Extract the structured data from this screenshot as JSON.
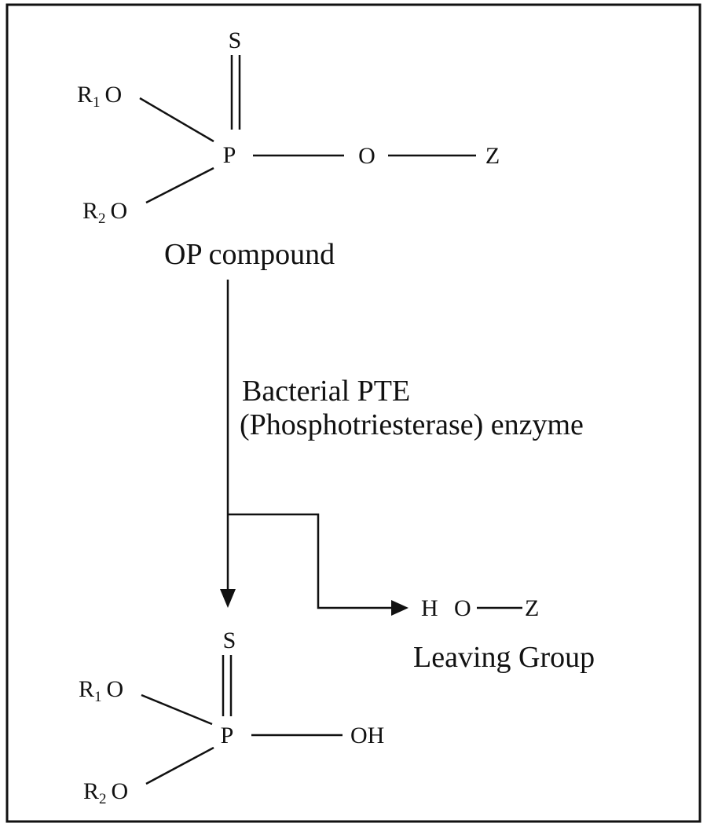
{
  "reactant": {
    "atoms": {
      "sulfur": "S",
      "phosphorus": "P",
      "bridge_oxygen": "O",
      "z_group": "Z",
      "r1_letter": "R",
      "r1_sub": "1",
      "r1_oxygen": "O",
      "r2_letter": "R",
      "r2_sub": "2",
      "r2_oxygen": "O"
    },
    "label": "OP compound"
  },
  "enzyme": {
    "line1": "Bacterial PTE",
    "line2": "(Phosphotriesterase) enzyme"
  },
  "leaving_group": {
    "atoms": {
      "hydrogen": "H",
      "oxygen": "O",
      "z_group": "Z"
    },
    "label": "Leaving Group"
  },
  "product": {
    "atoms": {
      "sulfur": "S",
      "phosphorus": "P",
      "hydroxyl": "OH",
      "r1_letter": "R",
      "r1_sub": "1",
      "r1_oxygen": "O",
      "r2_letter": "R",
      "r2_sub": "2",
      "r2_oxygen": "O"
    }
  }
}
